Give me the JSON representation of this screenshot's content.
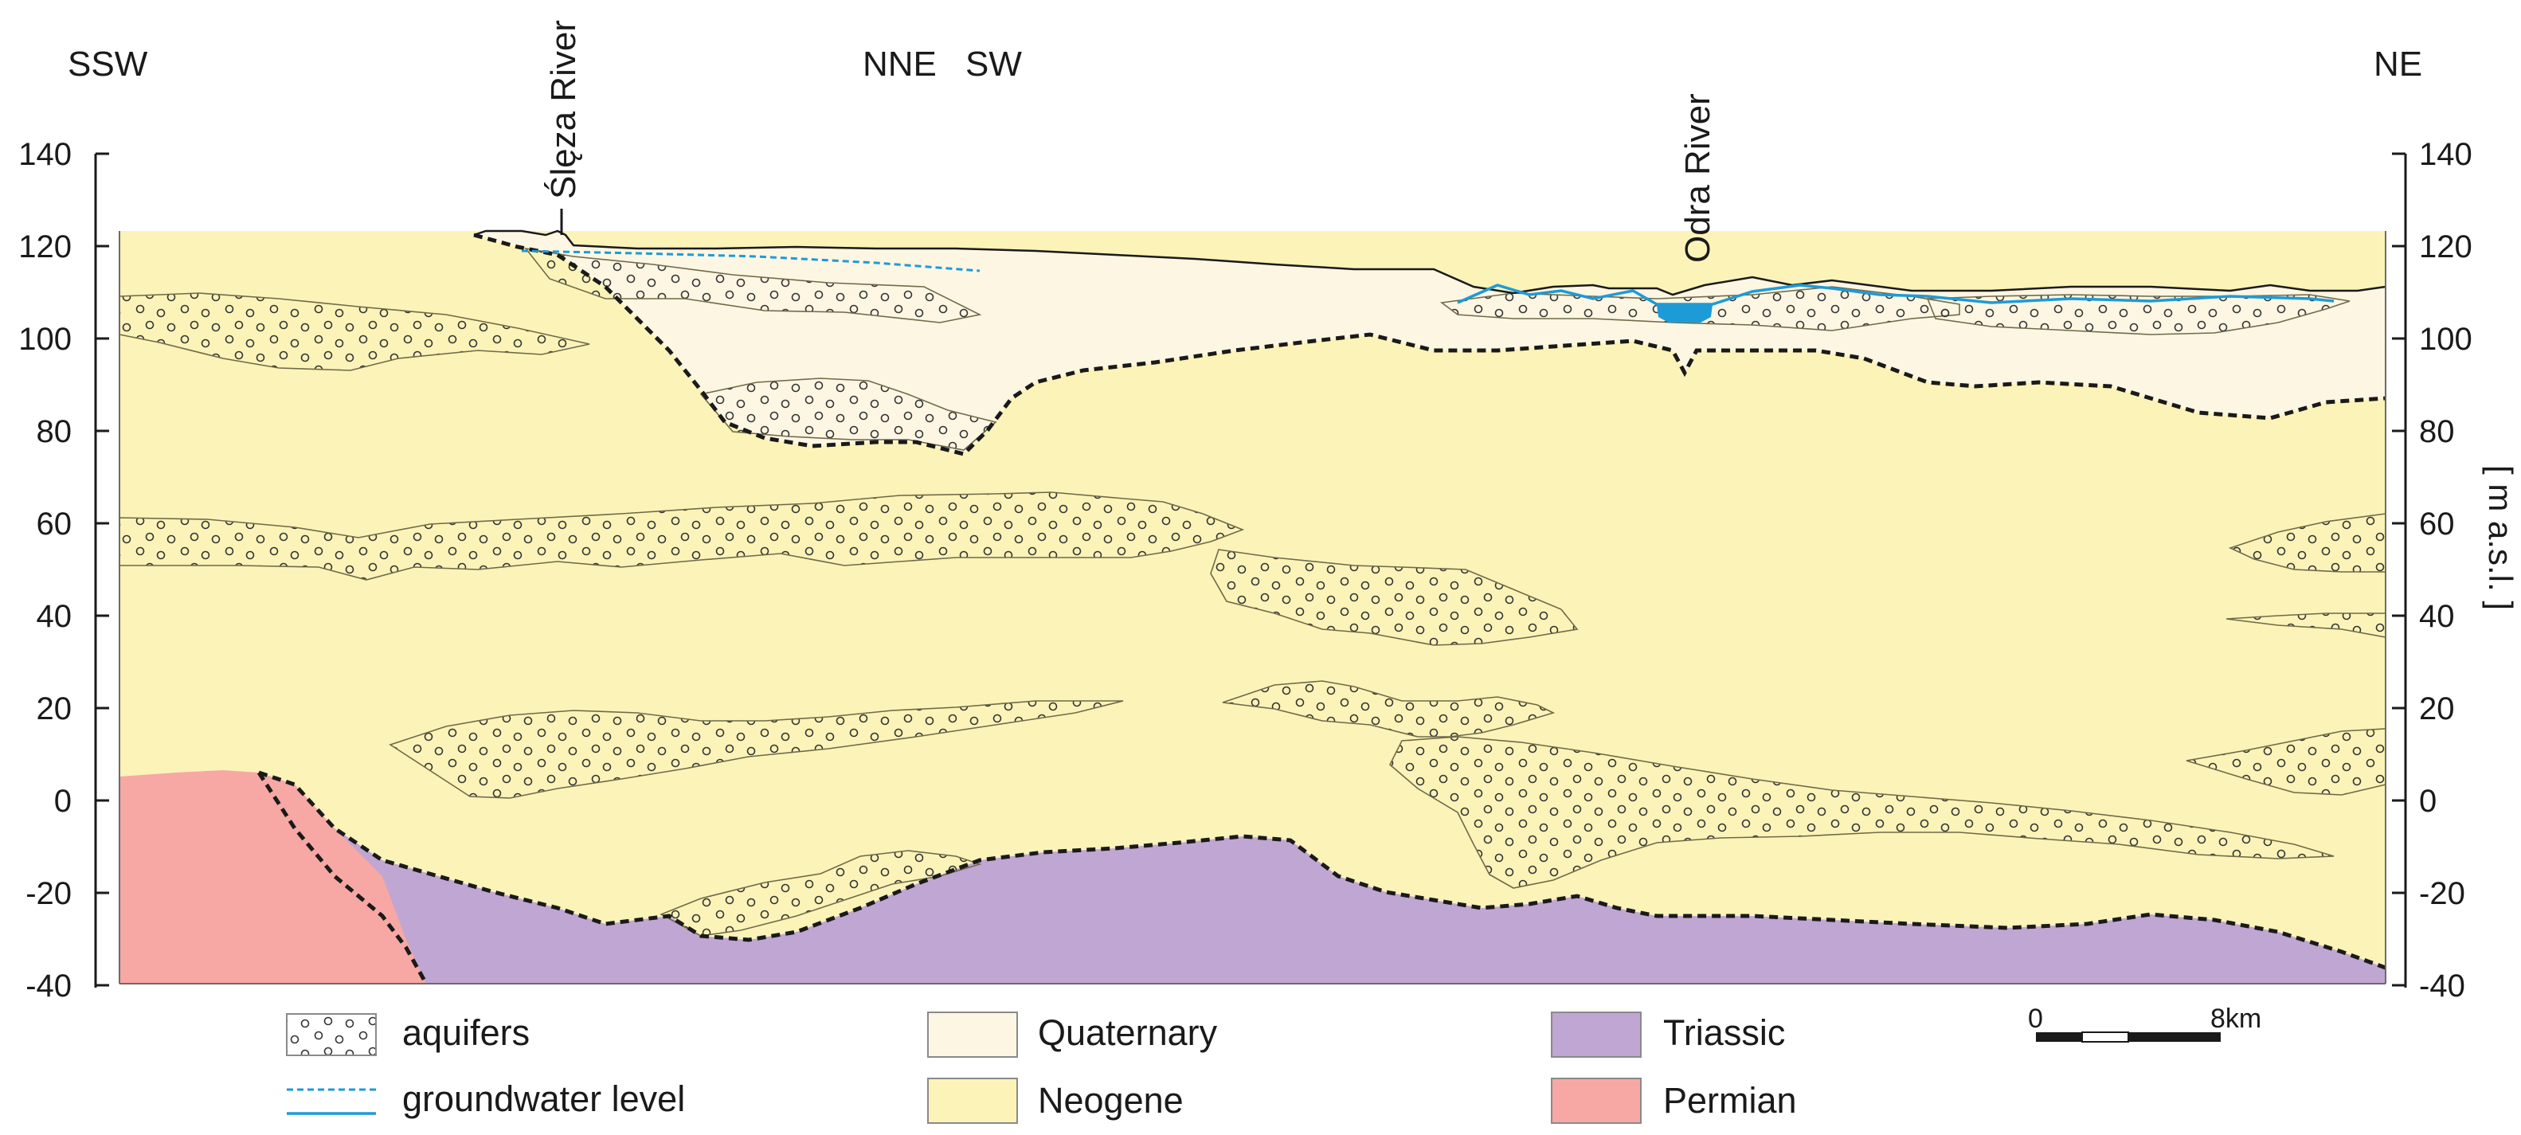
{
  "directions": {
    "left": "SSW",
    "middle_left": "NNE",
    "middle_right": "SW",
    "right": "NE"
  },
  "rivers": {
    "sleza": "Ślęza River",
    "odra": "Odra River"
  },
  "axis": {
    "unit_label": "[ m a.s.l. ]",
    "ticks": [
      "140",
      "120",
      "100",
      "80",
      "60",
      "40",
      "20",
      "0",
      "-20",
      "-40"
    ],
    "range_m_asl": [
      -40,
      140
    ]
  },
  "legend": {
    "aquifers": "aquifers",
    "groundwater_level": "groundwater level",
    "quaternary": "Quaternary",
    "neogene": "Neogene",
    "triassic": "Triassic",
    "permian": "Permian"
  },
  "scale_bar": {
    "start": "0",
    "end": "8km"
  },
  "colors": {
    "quaternary": "#fdf6e3",
    "neogene": "#fbf3b8",
    "triassic": "#c0a6d2",
    "permian": "#f7a8a4",
    "groundwater": "#1d9bd7",
    "boundary": "#1a1a1a"
  }
}
